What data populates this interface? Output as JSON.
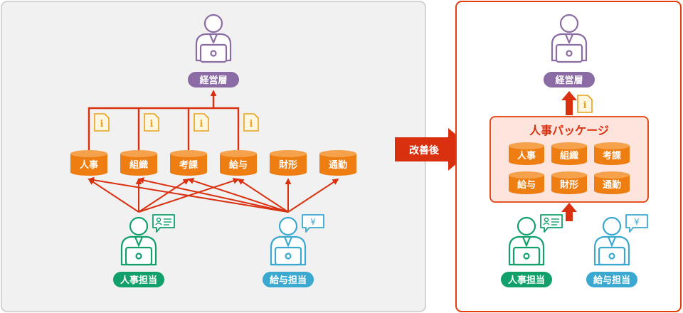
{
  "before": {
    "executive_label": "経営層",
    "databases": [
      "人事",
      "組織",
      "考課",
      "給与",
      "財形",
      "通勤"
    ],
    "staff": [
      {
        "label": "人事担当",
        "badge_icon": "person-card-icon"
      },
      {
        "label": "給与担当",
        "badge_icon": "yen-icon"
      }
    ]
  },
  "arrow": {
    "label": "改善後"
  },
  "after": {
    "executive_label": "経営層",
    "package_title": "人事パッケージ",
    "modules": [
      "人事",
      "組織",
      "考課",
      "給与",
      "財形",
      "通勤"
    ],
    "staff": [
      {
        "label": "人事担当",
        "badge_icon": "person-card-icon"
      },
      {
        "label": "給与担当",
        "badge_icon": "yen-icon"
      }
    ]
  },
  "report_glyph": "i",
  "yen_glyph": "¥",
  "colors": {
    "panel_before_bg": "#f1f1f1",
    "panel_before_border": "#c8c8c8",
    "panel_after_border": "#e23d0b",
    "accent_red": "#d9300f",
    "drum_orange": "#ee7d12",
    "exec_purple": "#8b6ba3",
    "hr_green": "#12a06a",
    "payroll_blue": "#3aa8cf",
    "doc_gold": "#e9a21a",
    "package_bg": "#fde5dd"
  }
}
